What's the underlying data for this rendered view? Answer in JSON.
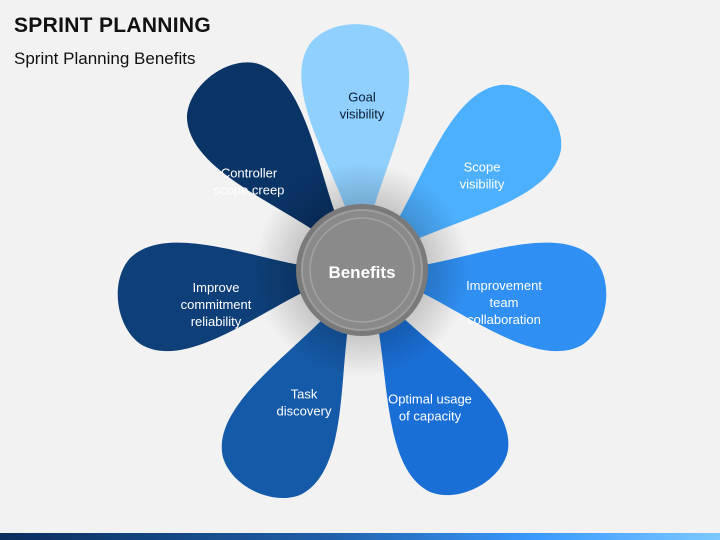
{
  "slide": {
    "title": "SPRINT PLANNING",
    "subtitle": "Sprint Planning Benefits"
  },
  "diagram": {
    "center_label": "Benefits",
    "petals": [
      {
        "label": [
          "Goal",
          "visibility"
        ],
        "fill": "#8fd0ff",
        "text_color": "#0b1b33"
      },
      {
        "label": [
          "Scope",
          "visibility"
        ],
        "fill": "#4db0ff",
        "text_color": "#ffffff"
      },
      {
        "label": [
          "Improvement",
          "team",
          "collaboration"
        ],
        "fill": "#2f8ff2",
        "text_color": "#ffffff"
      },
      {
        "label": [
          "Optimal usage",
          "of capacity"
        ],
        "fill": "#1a6fd6",
        "text_color": "#ffffff"
      },
      {
        "label": [
          "Task",
          "discovery"
        ],
        "fill": "#155aa8",
        "text_color": "#ffffff"
      },
      {
        "label": [
          "Improve",
          "commitment",
          "reliability"
        ],
        "fill": "#0e3f78",
        "text_color": "#ffffff"
      },
      {
        "label": [
          "Controller",
          "scope creep"
        ],
        "fill": "#0a3366",
        "text_color": "#ffffff"
      }
    ]
  },
  "colors": {
    "center_fill": "#8a8a8a",
    "center_ring": "#6e6e6e",
    "background": "#f2f2f2"
  }
}
